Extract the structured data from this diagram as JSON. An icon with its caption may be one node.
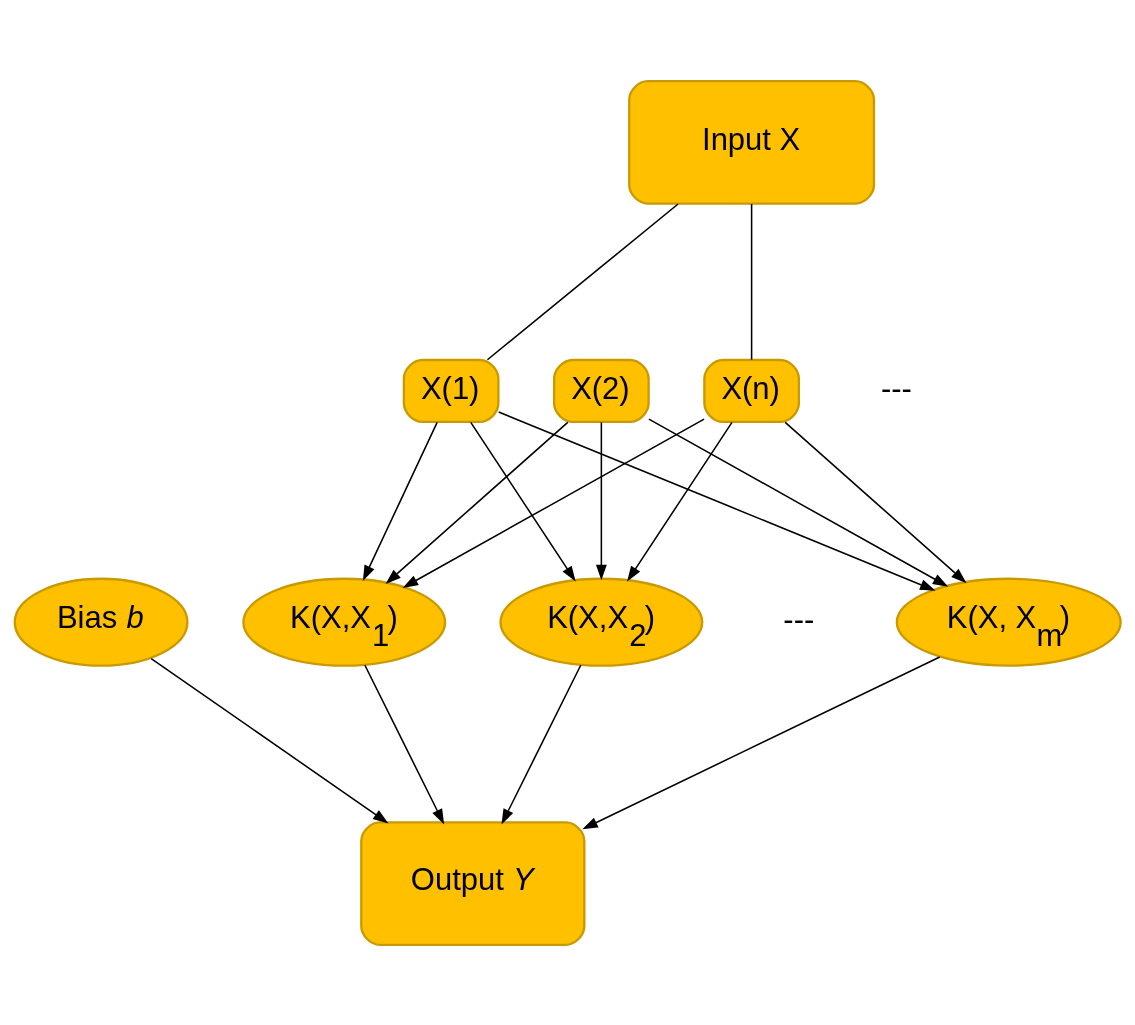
{
  "diagram": {
    "nodes": [
      {
        "text": [
          "Input X"
        ]
      },
      {
        "text": [
          "X(1)"
        ]
      },
      {
        "text": [
          "X(2)"
        ]
      },
      {
        "text": [
          "X(n)"
        ]
      },
      {
        "text": [
          "Bias *b*"
        ]
      },
      {
        "text": [
          "K(X,X$_{1}$)"
        ]
      },
      {
        "text": [
          "K(X,X$_{2}$)"
        ]
      },
      {
        "text": [
          "K(X, X$_{m}$)"
        ]
      },
      {
        "text": [
          "Output *Y*"
        ]
      }
    ],
    "edges": [
      {
        "from": 0,
        "to": 1,
        "arrow": "none"
      },
      {
        "from": 0,
        "to": 3,
        "arrow": "none"
      },
      {
        "from": 1,
        "to": 5,
        "arrow": "to"
      },
      {
        "from": 1,
        "to": 6,
        "arrow": "to"
      },
      {
        "from": 1,
        "to": 7,
        "arrow": "to"
      },
      {
        "from": 2,
        "to": 5,
        "arrow": "to"
      },
      {
        "from": 2,
        "to": 6,
        "arrow": "to"
      },
      {
        "from": 2,
        "to": 7,
        "arrow": "to"
      },
      {
        "from": 3,
        "to": 5,
        "arrow": "to"
      },
      {
        "from": 3,
        "to": 6,
        "arrow": "to"
      },
      {
        "from": 3,
        "to": 7,
        "arrow": "to"
      },
      {
        "from": 4,
        "to": 8,
        "arrow": "to"
      },
      {
        "from": 5,
        "to": 8,
        "arrow": "to"
      },
      {
        "from": 6,
        "to": 8,
        "arrow": "to"
      },
      {
        "from": 7,
        "to": 8,
        "arrow": "to"
      }
    ],
    "labels": [
      "---",
      "---"
    ]
  }
}
